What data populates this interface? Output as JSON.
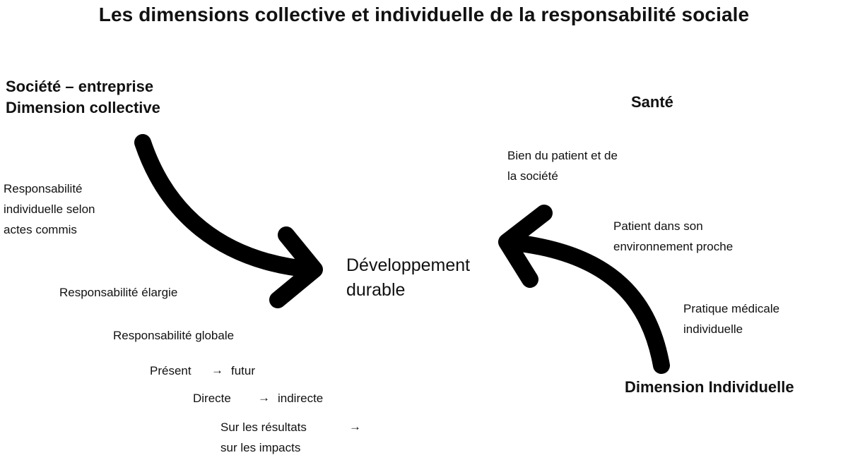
{
  "title": "Les dimensions collective et individuelle de la responsabilité sociale",
  "left": {
    "heading_line1": "Société – entreprise",
    "heading_line2": "Dimension collective",
    "label_individual_line1": "Responsabilité",
    "label_individual_line2": "individuelle selon",
    "label_individual_line3": "actes commis",
    "label_broad": "Responsabilité élargie",
    "label_global": "Responsabilité globale",
    "shift_present": "Présent",
    "shift_future": "futur",
    "shift_direct": "Directe",
    "shift_indirect": "indirecte",
    "shift_results": "Sur les résultats",
    "shift_impacts": "sur les impacts"
  },
  "center": {
    "line1": "Développement",
    "line2": "durable"
  },
  "right": {
    "heading": "Santé",
    "label_wellbeing_line1": "Bien du patient et de",
    "label_wellbeing_line2": "la société",
    "label_patient_line1": "Patient dans son",
    "label_patient_line2": "environnement proche",
    "label_practice_line1": "Pratique médicale",
    "label_practice_line2": "individuelle",
    "footer_heading": "Dimension Individuelle"
  },
  "icons": {
    "shift_arrow": "→"
  },
  "colors": {
    "text": "#111111",
    "arrow": "#000000",
    "background": "#ffffff"
  }
}
